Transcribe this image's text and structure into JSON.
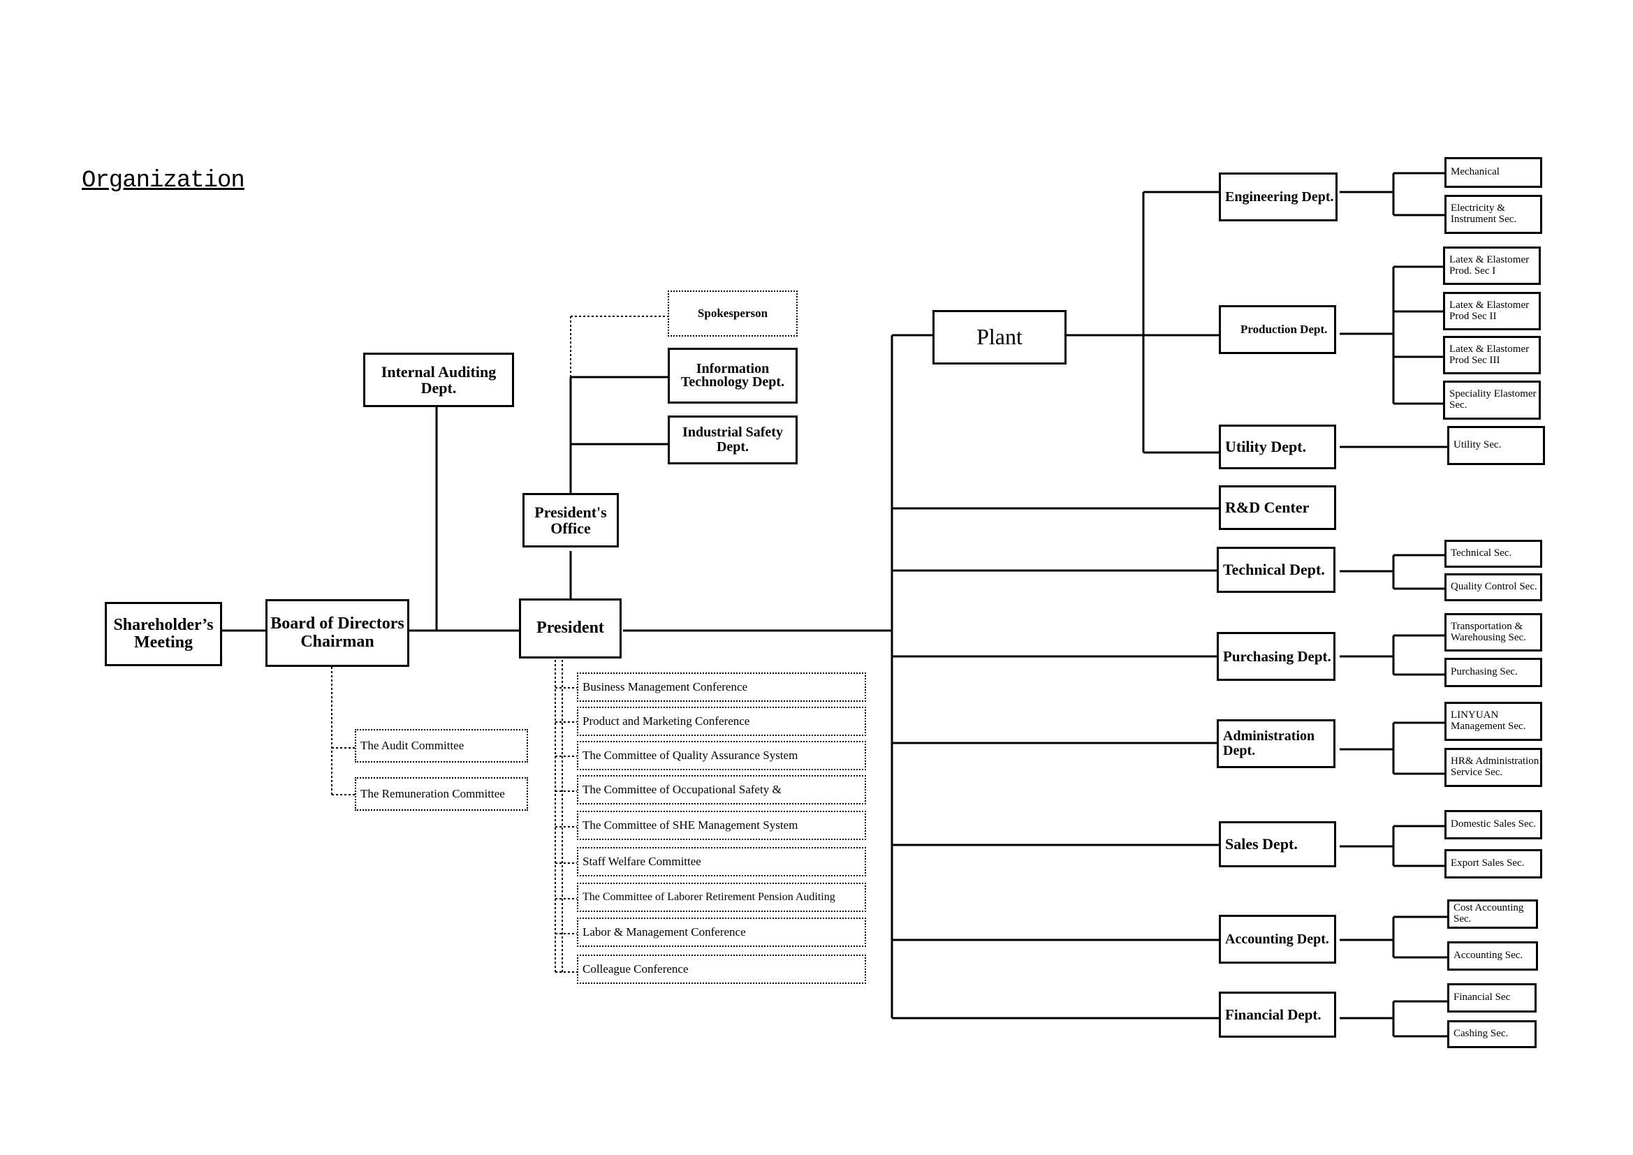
{
  "title": "Organization",
  "nodes": {
    "shareholders": "Shareholder’s Meeting",
    "board": "Board of Directors Chairman",
    "internal_audit": "Internal Auditing Dept.",
    "audit_committee": "The Audit Committee",
    "remuneration_committee": "The Remuneration Committee",
    "presidents_office": "President's Office",
    "spokesperson": "Spokesperson",
    "it_dept": "Information Technology Dept.",
    "safety_dept": "Industrial Safety Dept.",
    "president": "President",
    "plant": "Plant",
    "engineering": "Engineering Dept.",
    "production": "Production Dept.",
    "utility": "Utility Dept.",
    "rd_center": "R&D Center",
    "technical": "Technical Dept.",
    "purchasing": "Purchasing Dept.",
    "administration": "Administration Dept.",
    "sales": "Sales Dept.",
    "accounting": "Accounting Dept.",
    "financial": "Financial Dept."
  },
  "sections": {
    "mechanical": "Mechanical",
    "electricity": "Electricity & Instrument Sec.",
    "latex1": "Latex & Elastomer Prod. Sec I",
    "latex2": "Latex & Elastomer Prod Sec II",
    "latex3": "Latex & Elastomer Prod Sec III",
    "speciality": "Speciality Elastomer Sec.",
    "utility_sec": "Utility Sec.",
    "technical_sec": "Technical Sec.",
    "quality_sec": "Quality Control Sec.",
    "transportation_sec": "Transportation & Warehousing Sec.",
    "purchasing_sec": "Purchasing Sec.",
    "linyuan_sec": "LINYUAN Management Sec.",
    "hr_sec": "HR& Administration Service Sec.",
    "domestic_sales_sec": "Domestic Sales Sec.",
    "export_sales_sec": "Export Sales Sec.",
    "cost_accounting_sec": "Cost Accounting Sec.",
    "accounting_sec": "Accounting Sec.",
    "financial_sec": "Financial Sec",
    "cashing_sec": "Cashing Sec."
  },
  "committees": [
    "Business Management Conference",
    "Product and Marketing Conference",
    "The Committee of Quality Assurance System",
    "The Committee of Occupational Safety &",
    "The Committee of SHE Management System",
    "Staff Welfare Committee",
    "The Committee of Laborer Retirement Pension Auditing",
    "Labor & Management Conference",
    "Colleague Conference"
  ]
}
